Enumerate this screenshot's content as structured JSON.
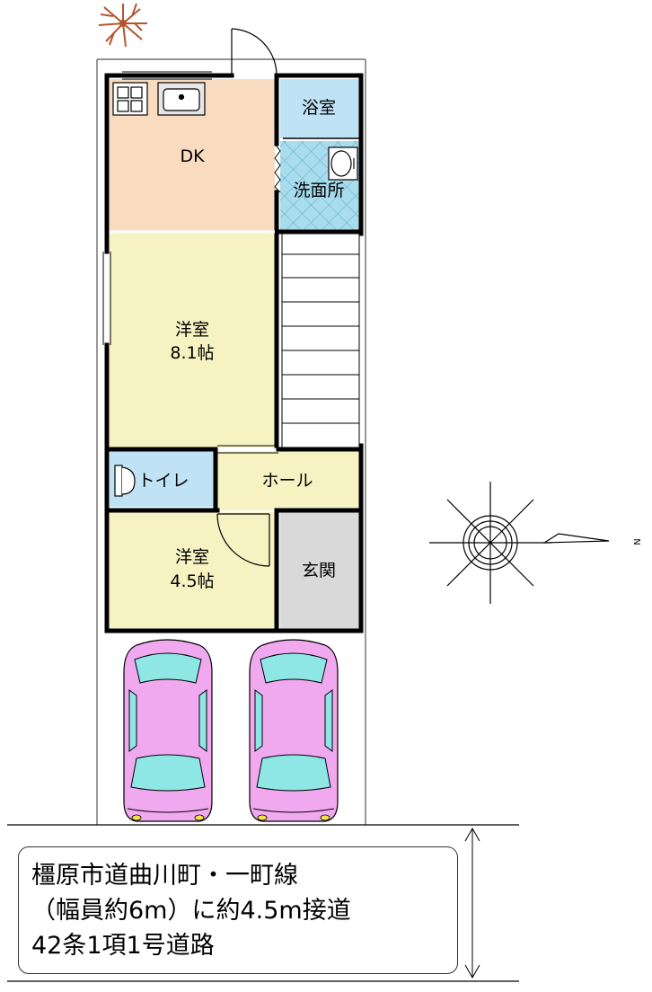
{
  "rooms": {
    "dk": "DK",
    "bath": "浴室",
    "washroom": "洗面所",
    "western1": "洋室",
    "western1_size": "8.1帖",
    "toilet": "トイレ",
    "hall": "ホール",
    "western2": "洋室",
    "western2_size": "4.5帖",
    "entrance": "玄関"
  },
  "compass": {
    "north": "N"
  },
  "info": {
    "line1": "橿原市道曲川町・一町線",
    "line2": "（幅員約6m）に約4.5m接道",
    "line3": "42条1項1号道路"
  },
  "colors": {
    "dk": "#f9dcc0",
    "bath": "#bfe3f5",
    "washroom": "#a9dcec",
    "western": "#f6f2c2",
    "toilet": "#bfe3f5",
    "hall": "#f6f2c2",
    "entrance": "#d9d9d9",
    "car_body": "#f0a8ee",
    "car_glass": "#8fe7e5",
    "tree": "#b5552e"
  },
  "icons": [
    "tree-icon",
    "compass-icon",
    "car-icon",
    "sink-icon",
    "stove-icon",
    "washbasin-icon"
  ]
}
